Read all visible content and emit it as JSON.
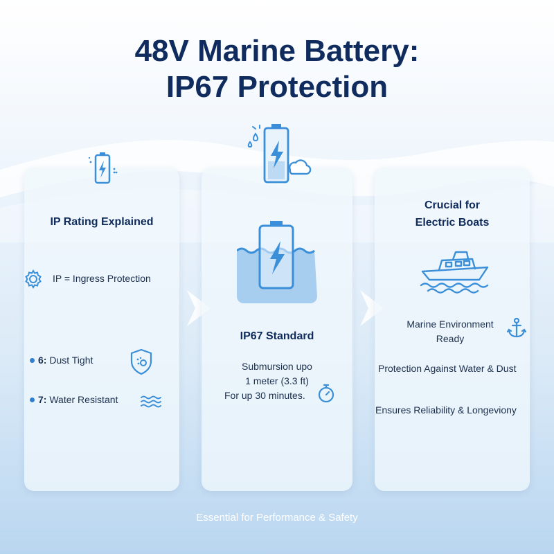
{
  "title_line1": "48V Marine Battery:",
  "title_line2": "IP67 Protection",
  "colors": {
    "title": "#102c5e",
    "accent": "#2f80d0",
    "icon": "#3a8fd8"
  },
  "card1": {
    "heading": "IP Rating Explained",
    "ip_definition": "IP = Ingress Protection",
    "digit6_label": "6:",
    "digit6_text": "Dust Tight",
    "digit7_label": "7:",
    "digit7_text": "Water Resistant",
    "icons": [
      "battery-sparkle-icon",
      "gear-icon",
      "shield-dust-icon",
      "water-waves-icon"
    ]
  },
  "card2": {
    "heading": "IP67 Standard",
    "line1": "Submursion upo",
    "line2": "1 meter (3.3 ft)",
    "line3": "For up 30 minutes.",
    "icons": [
      "battery-splash-cloud-icon",
      "submerged-battery-icon",
      "stopwatch-icon"
    ]
  },
  "card3": {
    "heading_line1": "Crucial for",
    "heading_line2": "Electric Boats",
    "item1_line1": "Marine Environment",
    "item1_line2": "Ready",
    "item2": "Protection Against Water & Dust",
    "item3": "Ensures Reliability & Longeviony",
    "icons": [
      "boat-icon",
      "anchor-icon"
    ]
  },
  "footer": "Essential for Performance & Safety"
}
